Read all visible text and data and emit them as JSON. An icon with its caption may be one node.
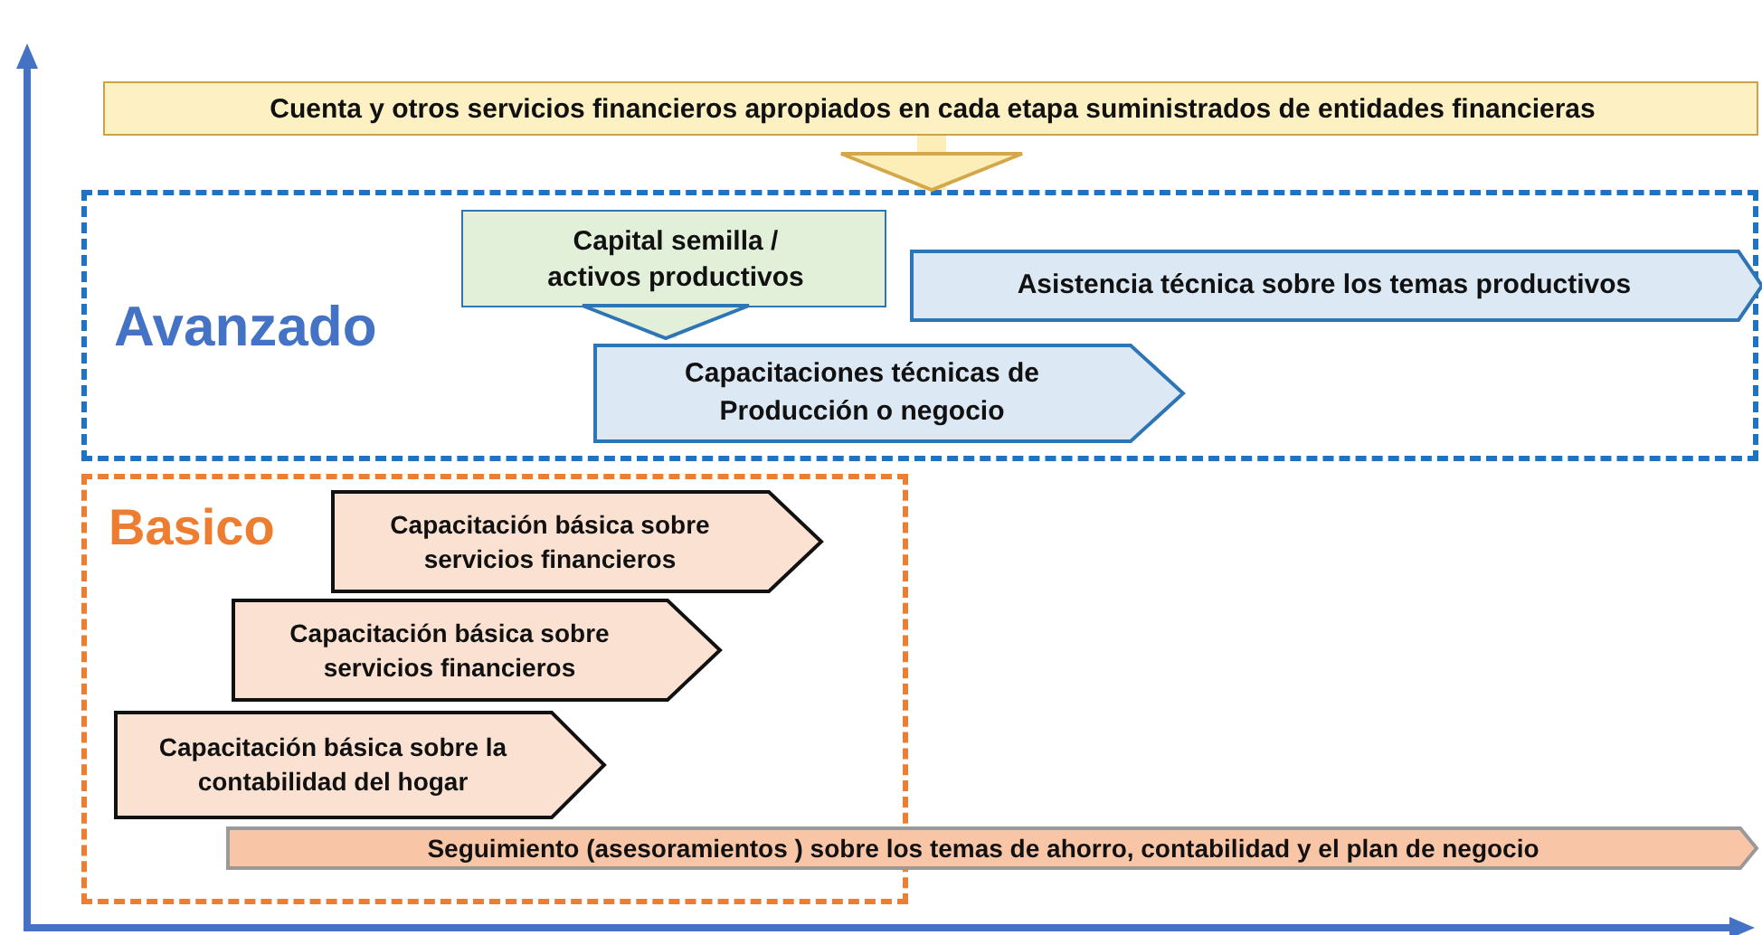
{
  "diagram": {
    "nodes": [
      {
        "text": [
          "Cuenta y otros servicios financieros apropiados en cada etapa suministrados de entidades financieras"
        ]
      },
      {
        "text": [
          "Avanzado"
        ]
      },
      {
        "text": [
          "Capital semilla / activos productivos"
        ],
        "in": 1
      },
      {
        "text": [
          "Asistencia técnica sobre los temas productivos"
        ],
        "in": 1
      },
      {
        "text": [
          "Capacitaciones técnicas de Producción o negocio"
        ],
        "in": 1
      },
      {
        "text": [
          "Basico"
        ]
      },
      {
        "text": [
          "Capacitación básica sobre servicios financieros"
        ],
        "in": 5
      },
      {
        "text": [
          "Capacitación básica sobre servicios financieros"
        ],
        "in": 5
      },
      {
        "text": [
          "Capacitación básica sobre la contabilidad del hogar"
        ],
        "in": 5
      },
      {
        "text": [
          "Seguimiento (asesoramientos ) sobre los temas de ahorro, contabilidad y el plan de negocio"
        ]
      }
    ],
    "edges": [
      {
        "from": 0,
        "to": 1,
        "arrow": "to",
        "color": "#fdeeb8"
      },
      {
        "from": 2,
        "to": 4,
        "arrow": "to",
        "color": "#e2efd9"
      }
    ]
  }
}
